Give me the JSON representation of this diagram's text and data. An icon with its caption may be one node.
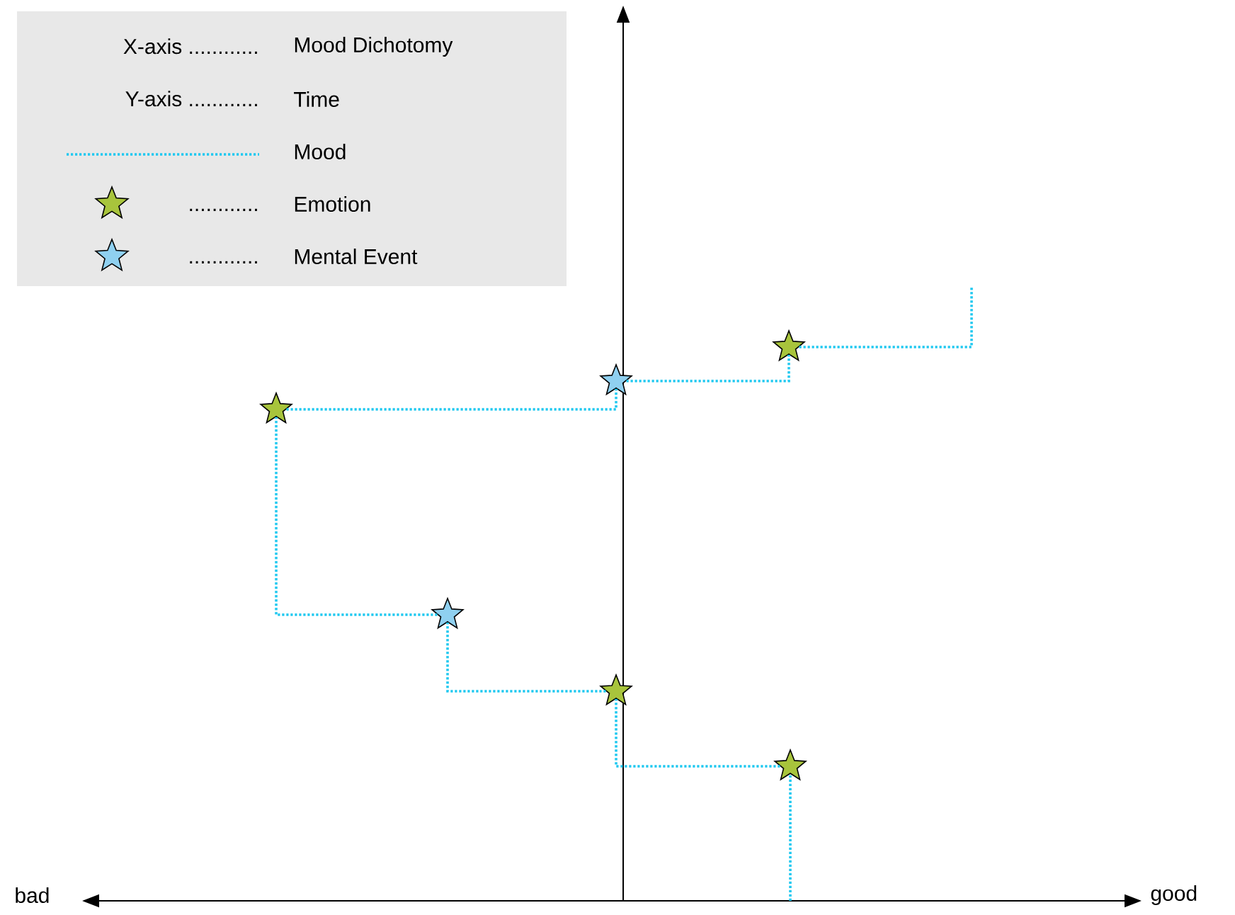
{
  "diagram": {
    "nodes": [
      {
        "text": [],
        "shape": "star"
      },
      {
        "text": [],
        "shape": "star"
      },
      {
        "text": [],
        "shape": "star"
      },
      {
        "text": [],
        "shape": "star"
      },
      {
        "text": [],
        "shape": "star"
      },
      {
        "text": [],
        "shape": "star"
      }
    ],
    "edges": [
      {
        "from": null,
        "to": 0,
        "arrow": "none"
      },
      {
        "from": 0,
        "to": 1,
        "arrow": "none"
      },
      {
        "from": 1,
        "to": 2,
        "arrow": "none"
      },
      {
        "from": 2,
        "to": 3,
        "arrow": "none"
      },
      {
        "from": 3,
        "to": 4,
        "arrow": "none"
      },
      {
        "from": 4,
        "to": 5,
        "arrow": "none"
      },
      {
        "from": 5,
        "to": null,
        "arrow": "none"
      }
    ],
    "labels": [
      "X-axis ............",
      "Mood Dichotomy",
      "Y-axis ............",
      "Time",
      "............",
      "............",
      "bad",
      "good"
    ],
    "legend": [
      {
        "text": "Mood"
      },
      {
        "text": "Emotion"
      },
      {
        "text": "Mental Event"
      }
    ]
  }
}
